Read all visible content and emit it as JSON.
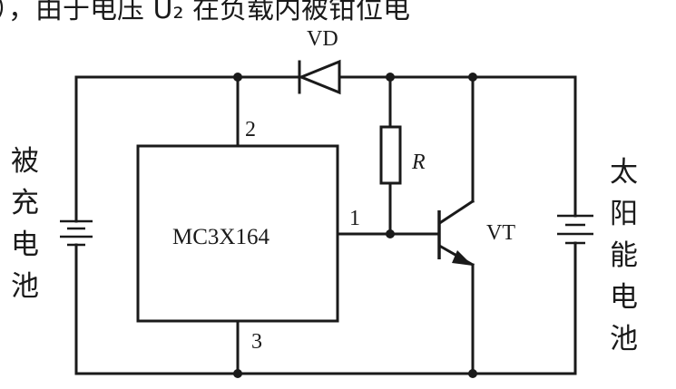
{
  "header_fragment": "），由于电压 U₂ 在负载内被钳位电",
  "components": {
    "diode": "VD",
    "resistor": "R",
    "transistor": "VT",
    "ic": "MC3X164"
  },
  "pins": {
    "p1": "1",
    "p2": "2",
    "p3": "3"
  },
  "batteries": {
    "left": [
      "被",
      "充",
      "电",
      "池"
    ],
    "right": [
      "太",
      "阳",
      "能",
      "电",
      "池"
    ]
  }
}
